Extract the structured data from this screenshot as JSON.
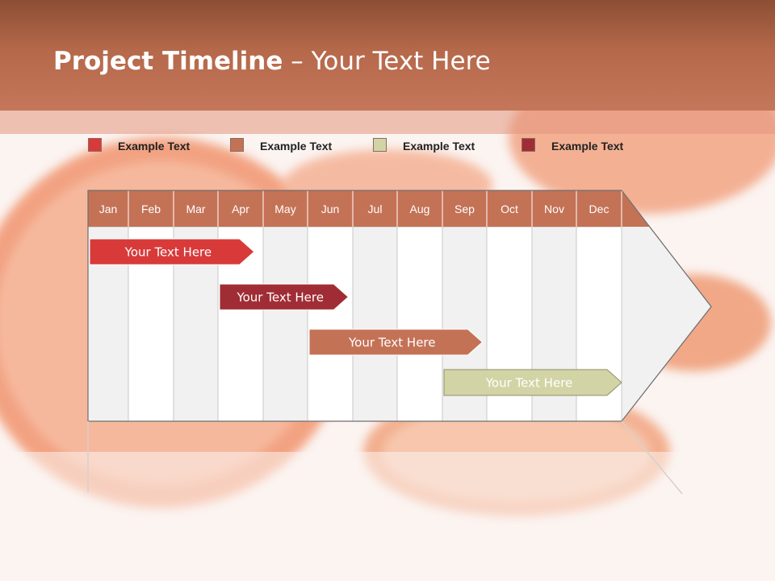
{
  "slide": {
    "title_bold": "Project Timeline",
    "title_rest": " – Your Text Here"
  },
  "legend": [
    {
      "label": "Example Text",
      "color": "#d83a3a"
    },
    {
      "label": "Example Text",
      "color": "#c47256"
    },
    {
      "label": "Example Text",
      "color": "#d3d4a6"
    },
    {
      "label": "Example Text",
      "color": "#a02d35"
    }
  ],
  "chart_data": {
    "type": "gantt",
    "categories": [
      "Jan",
      "Feb",
      "Mar",
      "Apr",
      "May",
      "Jun",
      "Jul",
      "Aug",
      "Sep",
      "Oct",
      "Nov",
      "Dec"
    ],
    "tasks": [
      {
        "label": "Your  Text Here",
        "start": 0,
        "end": 3.8,
        "color": "#d83a3a"
      },
      {
        "label": "Your  Text Here",
        "start": 3.0,
        "end": 5.9,
        "color": "#a02d35"
      },
      {
        "label": "Your  Text Here",
        "start": 5.0,
        "end": 8.9,
        "color": "#c47256"
      },
      {
        "label": "Your  Text Here",
        "start": 8.0,
        "end": 12.0,
        "color": "#d3d4a6"
      }
    ],
    "header_color": "#c47256"
  }
}
